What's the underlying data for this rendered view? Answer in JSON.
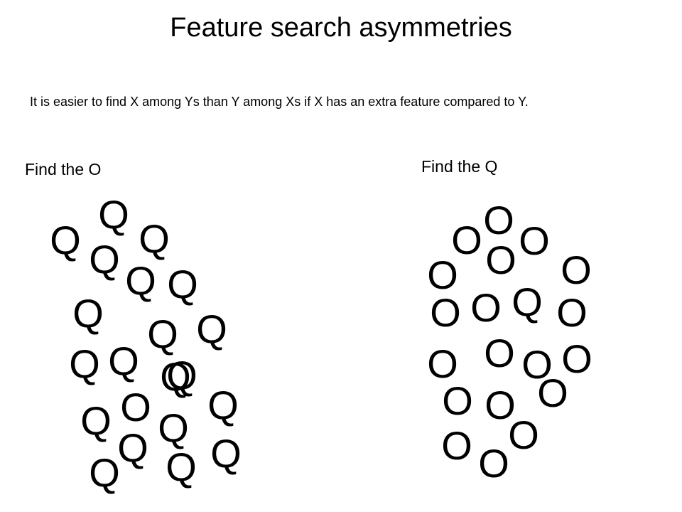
{
  "title": "Feature search asymmetries",
  "subtitle": "It is easier to find X among Ys than Y among Xs if X has an extra feature compared to Y.",
  "panels": {
    "left": {
      "label": "Find the O",
      "glyphs": [
        "Q",
        "Q",
        "Q",
        "Q",
        "Q",
        "Q",
        "Q",
        "Q",
        "Q",
        "Q",
        "Q",
        "Q",
        "Q",
        "Q",
        "O",
        "Q",
        "Q",
        "Q",
        "Q",
        "Q",
        "Q"
      ]
    },
    "right": {
      "label": "Find the Q",
      "glyphs": [
        "O",
        "O",
        "O",
        "O",
        "O",
        "O",
        "O",
        "O",
        "Q",
        "O",
        "O",
        "O",
        "O",
        "O",
        "O",
        "O",
        "O",
        "O",
        "O",
        "O"
      ]
    }
  }
}
